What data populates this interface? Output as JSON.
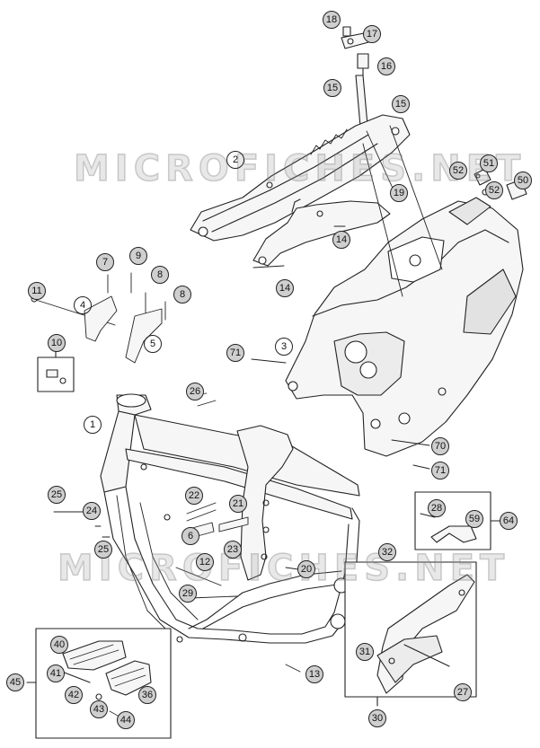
{
  "watermark": {
    "text": "MICROFICHES.NET"
  },
  "colors": {
    "line": "#222222",
    "gray_fill": "#cfcfcf",
    "part_fill": "#f6f6f6",
    "shade": "#bdbdbd"
  },
  "callouts": {
    "c18": "18",
    "c17": "17",
    "c16": "16",
    "c15a": "15",
    "c15b": "15",
    "c2": "2",
    "c52a": "52",
    "c51": "51",
    "c50": "50",
    "c52b": "52",
    "c19": "19",
    "c14a": "14",
    "c14b": "14",
    "c7": "7",
    "c9": "9",
    "c8a": "8",
    "c8b": "8",
    "c11": "11",
    "c4": "4",
    "c5": "5",
    "c10": "10",
    "c71a": "71",
    "c3": "3",
    "c26": "26",
    "c1": "1",
    "c70": "70",
    "c71b": "71",
    "c25a": "25",
    "c24": "24",
    "c25b": "25",
    "c22": "22",
    "c21": "21",
    "c6": "6",
    "c23": "23",
    "c28": "28",
    "c59": "59",
    "c64": "64",
    "c32": "32",
    "c12": "12",
    "c20": "20",
    "c29": "29",
    "c40": "40",
    "c45": "45",
    "c41": "41",
    "c42": "42",
    "c36": "36",
    "c43": "43",
    "c44": "44",
    "c13": "13",
    "c31": "31",
    "c27": "27",
    "c30": "30"
  }
}
